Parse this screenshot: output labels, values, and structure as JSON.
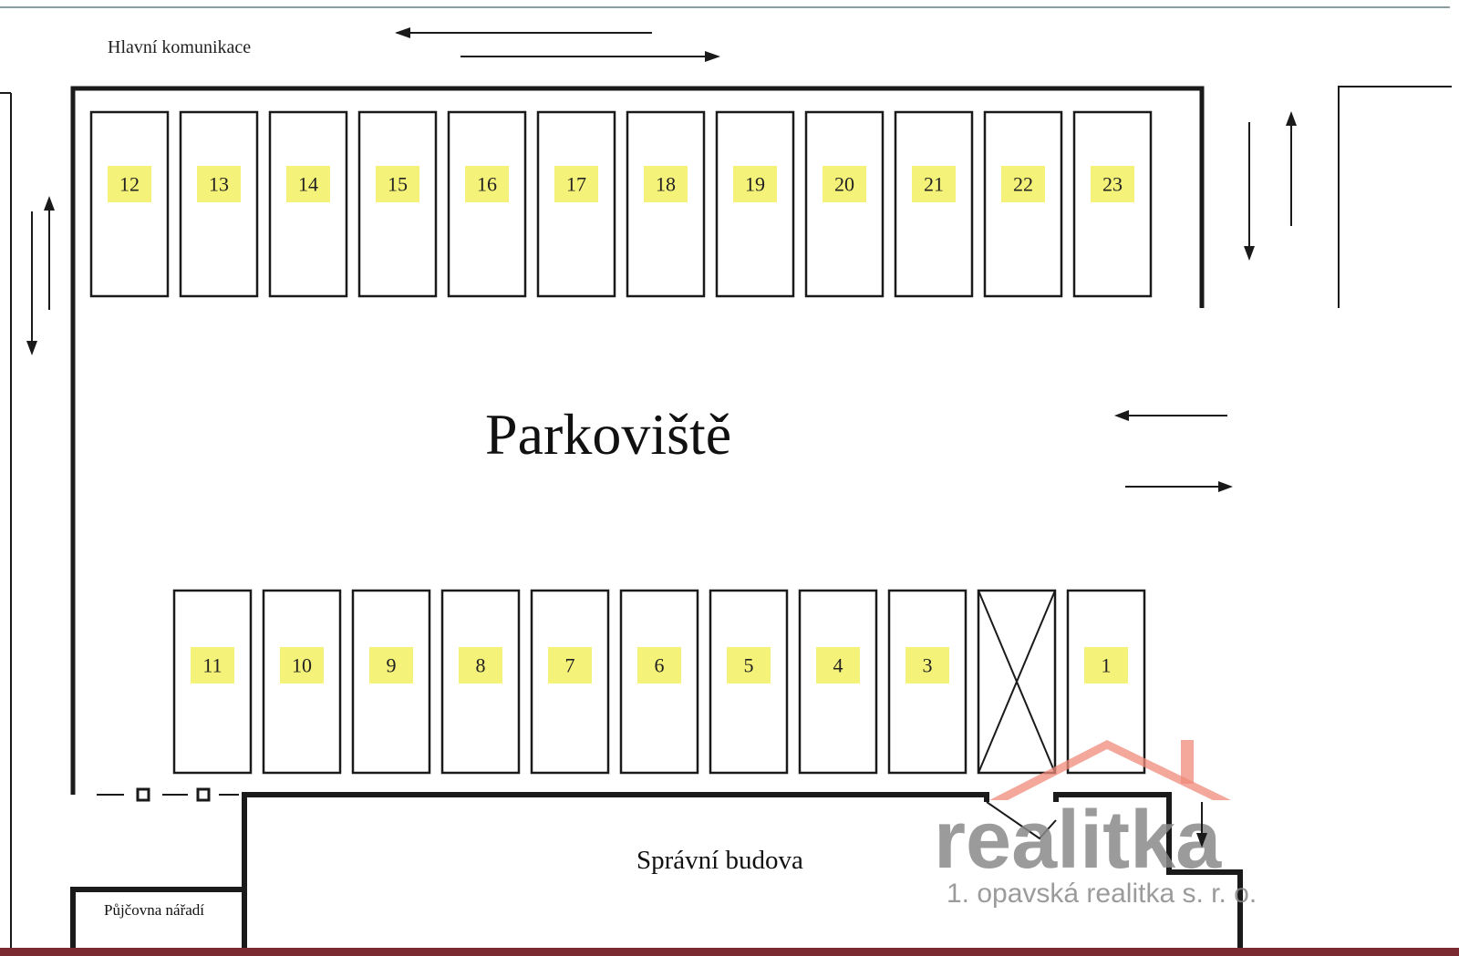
{
  "road_label": "Hlavní komunikace",
  "title": "Parkoviště",
  "building_label": "Správní budova",
  "rental_label": "Půjčovna nářadí",
  "top_row_spaces": [
    "12",
    "13",
    "14",
    "15",
    "16",
    "17",
    "18",
    "19",
    "20",
    "21",
    "22",
    "23"
  ],
  "bottom_row_spaces": [
    "11",
    "10",
    "9",
    "8",
    "7",
    "6",
    "5",
    "4",
    "3",
    "",
    "1"
  ],
  "crossed_space_index": 9,
  "logo": {
    "word": "realitka",
    "subtitle": "1. opavská realitka s. r. o.",
    "color": "#8a8a8a",
    "roof_color": "#f08a7a"
  },
  "colors": {
    "number_bg": "#f5f27a",
    "line": "#1a1a1a",
    "strip": "#7a2a30"
  }
}
